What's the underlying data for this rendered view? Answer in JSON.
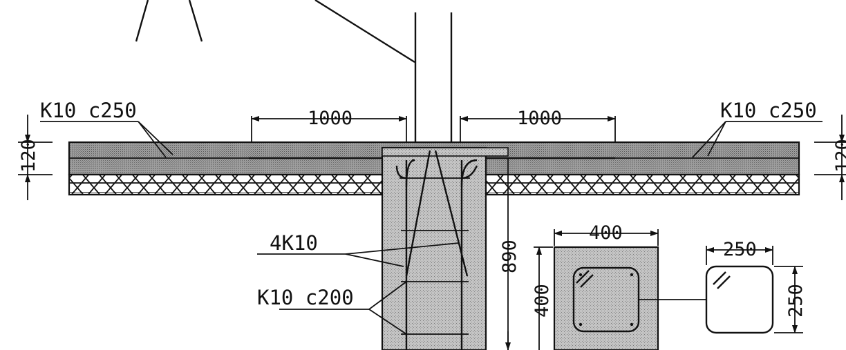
{
  "labels": {
    "slab_rebar_left": "K10 c250",
    "slab_rebar_right": "K10 c250",
    "column_main_bars": "4K10",
    "column_stirrups": "K10 c200"
  },
  "dimensions": {
    "anchor_left": "1000",
    "anchor_right": "1000",
    "slab_thickness_left": "120",
    "slab_thickness_right": "120",
    "column_depth": "890",
    "section_width": "400",
    "section_height": "400",
    "stirrup_width": "250",
    "stirrup_height": "250"
  },
  "colors": {
    "line": "#111111",
    "concrete_fill": "#bdbdbd",
    "insulation_fill": "#ffffff"
  }
}
